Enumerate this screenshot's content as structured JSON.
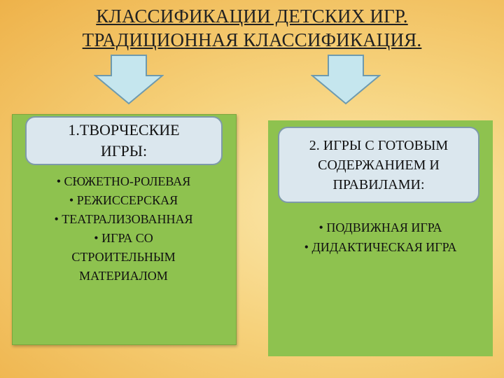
{
  "title": {
    "line1": "КЛАССИФИКАЦИИ ДЕТСКИХ ИГР.",
    "line2": "ТРАДИЦИОННАЯ КЛАССИФИКАЦИЯ."
  },
  "colors": {
    "background": "#f6d27c",
    "panel_green": "#8ec24f",
    "header_fill": "#dbe7ee",
    "header_border": "#7e9aa9",
    "arrow_fill": "#c5e6ee"
  },
  "left": {
    "header": "1.ТВОРЧЕСКИЕ\nИГРЫ:",
    "items": [
      "• СЮЖЕТНО-РОЛЕВАЯ",
      "• РЕЖИССЕРСКАЯ",
      "• ТЕАТРАЛИЗОВАННАЯ",
      "• ИГРА СО\nСТРОИТЕЛЬНЫМ\nМАТЕРИАЛОМ"
    ]
  },
  "right": {
    "header": "2. ИГРЫ С ГОТОВЫМ\nСОДЕРЖАНИЕМ И\nПРАВИЛАМИ:",
    "items": [
      "• ПОДВИЖНАЯ ИГРА",
      "• ДИДАКТИЧЕСКАЯ ИГРА"
    ]
  }
}
